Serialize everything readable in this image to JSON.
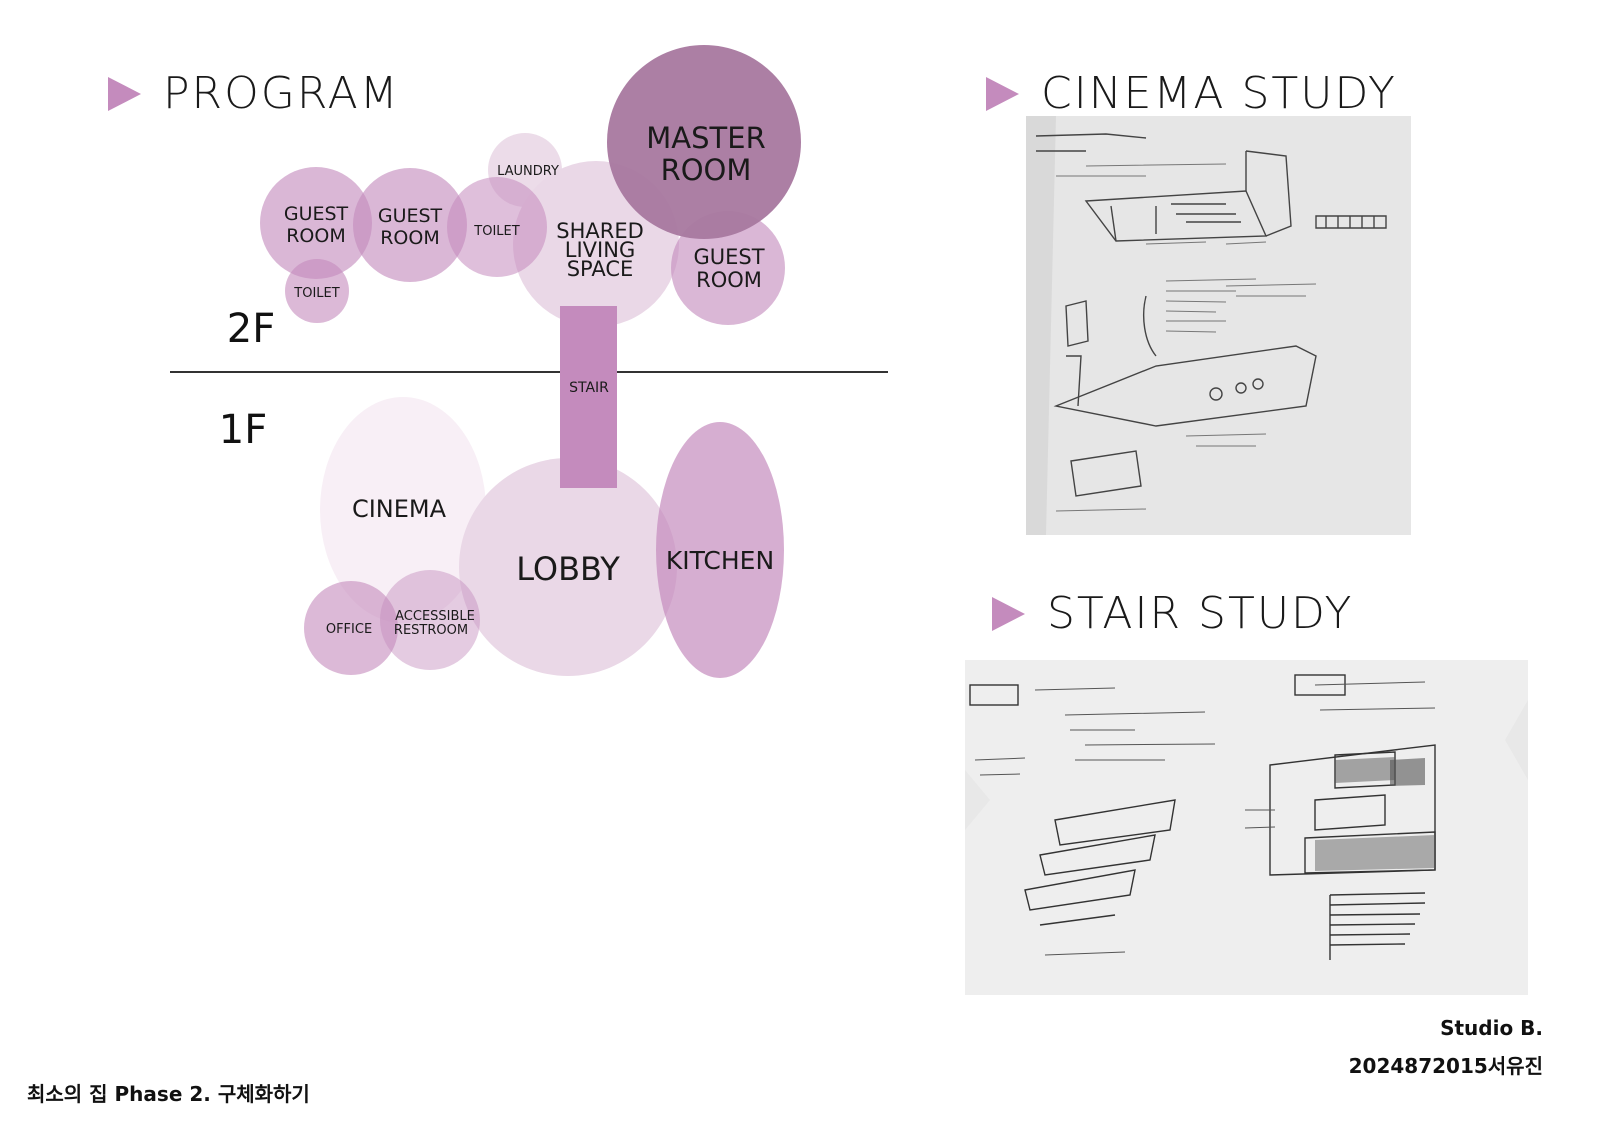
{
  "headings": {
    "program": "PROGRAM",
    "cinema_study": "CINEMA STUDY",
    "stair_study": "STAIR STUDY"
  },
  "floors": {
    "upper": "2F",
    "lower": "1F"
  },
  "rooms": {
    "guest_room_1": [
      "GUEST",
      "ROOM"
    ],
    "guest_room_2": [
      "GUEST",
      "ROOM"
    ],
    "toilet_top": "TOILET",
    "toilet_small": "TOILET",
    "laundry": "LAUNDRY",
    "shared_living": [
      "SHARED",
      "LIVING",
      "SPACE"
    ],
    "master_room": [
      "MASTER",
      "ROOM"
    ],
    "guest_room_3": [
      "GUEST",
      "ROOM"
    ],
    "stair": "STAIR",
    "cinema": "CINEMA",
    "lobby": "LOBBY",
    "kitchen": "KITCHEN",
    "office": "OFFICE",
    "accessible_restroom": [
      "ACCESSIBLE",
      "RESTROOM"
    ]
  },
  "footer": {
    "course": "최소의 집 Phase 2. 구체화하기",
    "studio": "Studio B.",
    "student": "2024872015서유진"
  },
  "colors": {
    "accent": "#c48bbd",
    "dark": "#a8789f",
    "mid": "#d3a9cc",
    "light": "#ead8e7",
    "pale": "#f8eff6"
  }
}
